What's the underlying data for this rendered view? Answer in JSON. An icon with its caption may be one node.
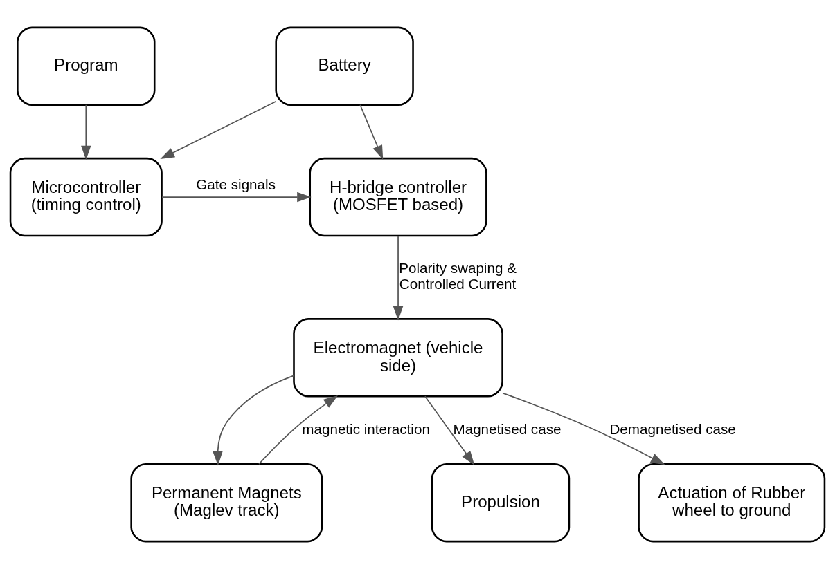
{
  "diagram": {
    "nodes": [
      {
        "text": [
          "Battery"
        ]
      },
      {
        "text": [
          "Program"
        ]
      },
      {
        "text": [
          "Microcontroller (timing control)"
        ]
      },
      {
        "text": [
          "H-bridge controller (MOSFET based)"
        ]
      },
      {
        "text": [
          "Electromagnet (vehicle side)"
        ]
      },
      {
        "text": [
          "Permanent Magnets (Maglev track)"
        ]
      },
      {
        "text": [
          "Propulsion"
        ]
      },
      {
        "text": [
          "Actuation of Rubber wheel to ground"
        ]
      }
    ],
    "edges": [
      {
        "from": 0,
        "to": 3,
        "arrow": "to"
      },
      {
        "from": 0,
        "to": 2,
        "arrow": "to"
      },
      {
        "from": 1,
        "to": 2,
        "arrow": "to"
      },
      {
        "from": 2,
        "to": 3,
        "arrow": "to",
        "label": "Gate signals"
      },
      {
        "from": 3,
        "to": 4,
        "arrow": "to",
        "label": "Polarity swaping & Controlled Current"
      },
      {
        "from": 4,
        "to": 5,
        "arrow": "to"
      },
      {
        "from": 5,
        "to": 4,
        "arrow": "to",
        "label": "magnetic interaction"
      },
      {
        "from": 4,
        "to": 6,
        "arrow": "to",
        "label": "Magnetised case"
      },
      {
        "from": 4,
        "to": 7,
        "arrow": "to",
        "label": "Demagnetised case"
      }
    ]
  }
}
